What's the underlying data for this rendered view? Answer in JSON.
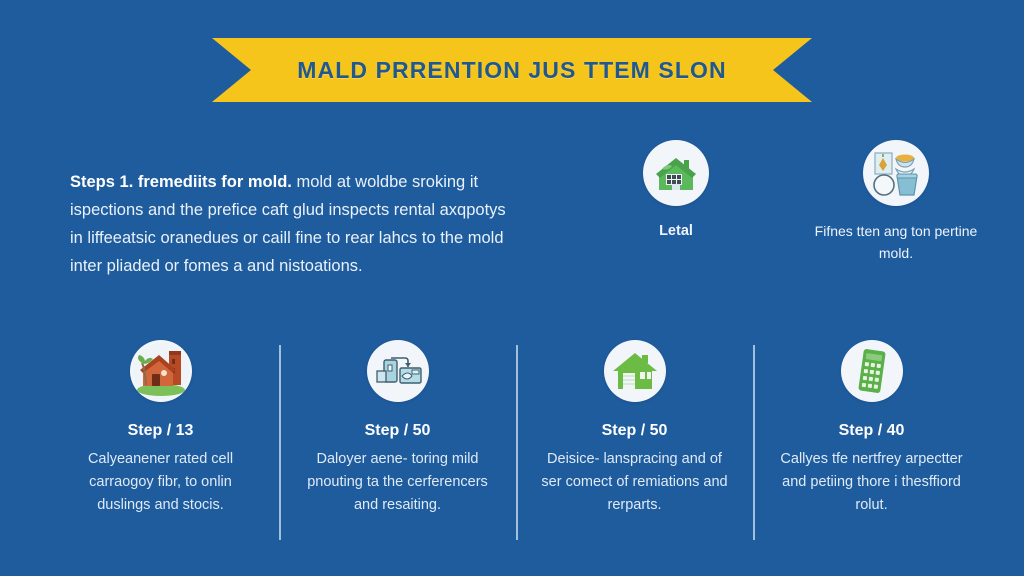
{
  "banner": {
    "title": "MALD PRRENTION JUS TTEM SLON",
    "background_color": "#f6c51c",
    "text_color": "#20598f"
  },
  "page": {
    "background_color": "#1f5c9e"
  },
  "intro": {
    "lead": "Steps 1. fremediits for mold.",
    "body": " mold at woldbe sroking it ispections and the prefice caft glud inspects rental axqpotys in liffeeatsic oranedues or caill fine to rear lahcs to the mold inter pliaded or fomes a and nistoations."
  },
  "top_features": [
    {
      "icon": "green-house-icon",
      "caption": "Letal",
      "style": "bold"
    },
    {
      "icon": "cleaning-supplies-icon",
      "caption": "Fifnes tten ang ton pertine mold.",
      "style": "light"
    }
  ],
  "steps": [
    {
      "icon": "orange-house-icon",
      "title": "Step / 13",
      "description": "Calyeanener rated cell carraogoy fibr, to onlin duslings and stocis."
    },
    {
      "icon": "dehumidifier-equipment-icon",
      "title": "Step / 50",
      "description": "Daloyer aene- toring mild pnouting ta the cerferencers and resaiting."
    },
    {
      "icon": "green-house-solid-icon",
      "title": "Step / 50",
      "description": "Deisice- lanspracing and of ser comect of remiations and rerparts."
    },
    {
      "icon": "green-calculator-icon",
      "title": "Step / 40",
      "description": "Callyes tfe nertfrey arpectter and petiing thore i thesffiord rolut."
    }
  ]
}
